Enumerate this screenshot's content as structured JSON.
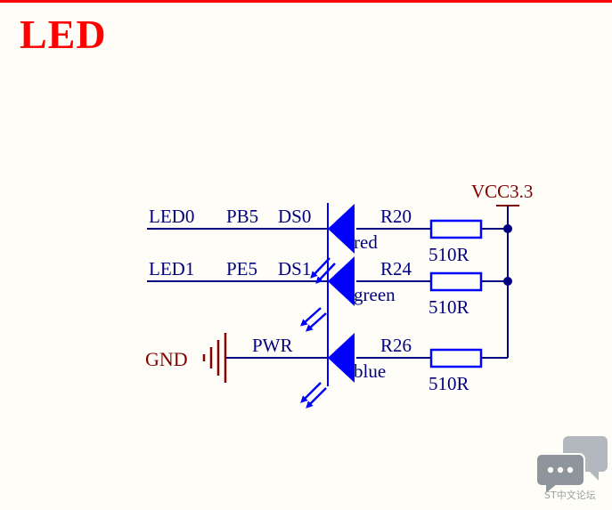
{
  "title": "LED",
  "colors": {
    "accent": "#ff0000",
    "wire": "#000080",
    "net_label": "#800000",
    "component": "#0000ff",
    "junction": "#000080",
    "background": "#fffdf7"
  },
  "schematic": {
    "power_net": "VCC3.3",
    "ground_net": "GND",
    "channels": [
      {
        "net": "LED0",
        "pin": "PB5",
        "designator": "DS0",
        "color_label": "red",
        "resistor": "R20",
        "resistor_value": "510R"
      },
      {
        "net": "LED1",
        "pin": "PE5",
        "designator": "DS1",
        "color_label": "green",
        "resistor": "R24",
        "resistor_value": "510R"
      },
      {
        "net": "",
        "pin": "",
        "designator": "PWR",
        "color_label": "blue",
        "resistor": "R26",
        "resistor_value": "510R"
      }
    ]
  },
  "watermark": {
    "icon": "chat-bubbles-icon",
    "text": "ST中文论坛"
  }
}
